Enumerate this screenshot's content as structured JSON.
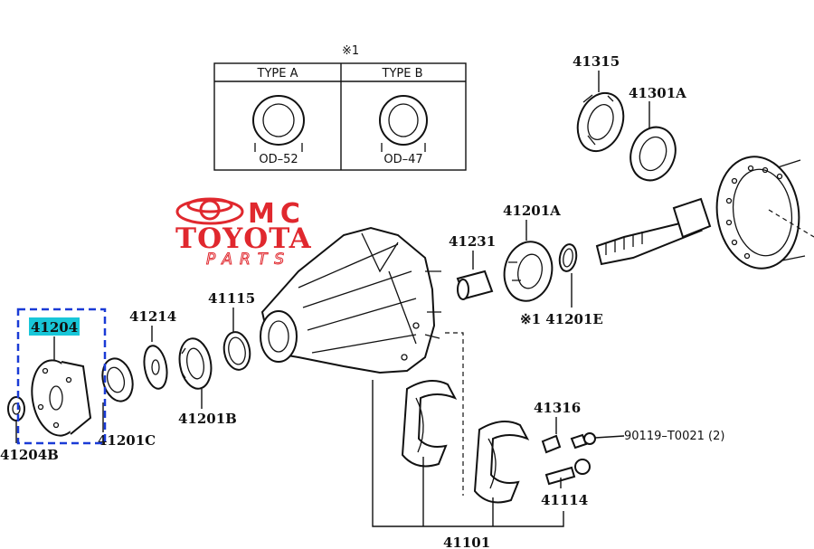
{
  "logo": {
    "omc": "MC",
    "toyota": "TOYOTA",
    "parts": "PARTS",
    "brand_color": "#e0282e"
  },
  "table": {
    "note_mark": "※1",
    "type_a": {
      "label": "TYPE A",
      "dim": "OD–52"
    },
    "type_b": {
      "label": "TYPE B",
      "dim": "OD–47"
    }
  },
  "labels": {
    "p41315": "41315",
    "p41301a": "41301A",
    "p41201a": "41201A",
    "p41231": "41231",
    "p41201e": "※1 41201E",
    "p41204": "41204",
    "p41214": "41214",
    "p41115": "41115",
    "p41201b": "41201B",
    "p41201c": "41201C",
    "p41204b": "41204B",
    "p41316": "41316",
    "p90119": "90119–T0021 (2)",
    "p41114": "41114",
    "p41101": "41101"
  },
  "highlight": {
    "label_bg": "#18c6d8",
    "box_color": "#1a3bd6"
  }
}
